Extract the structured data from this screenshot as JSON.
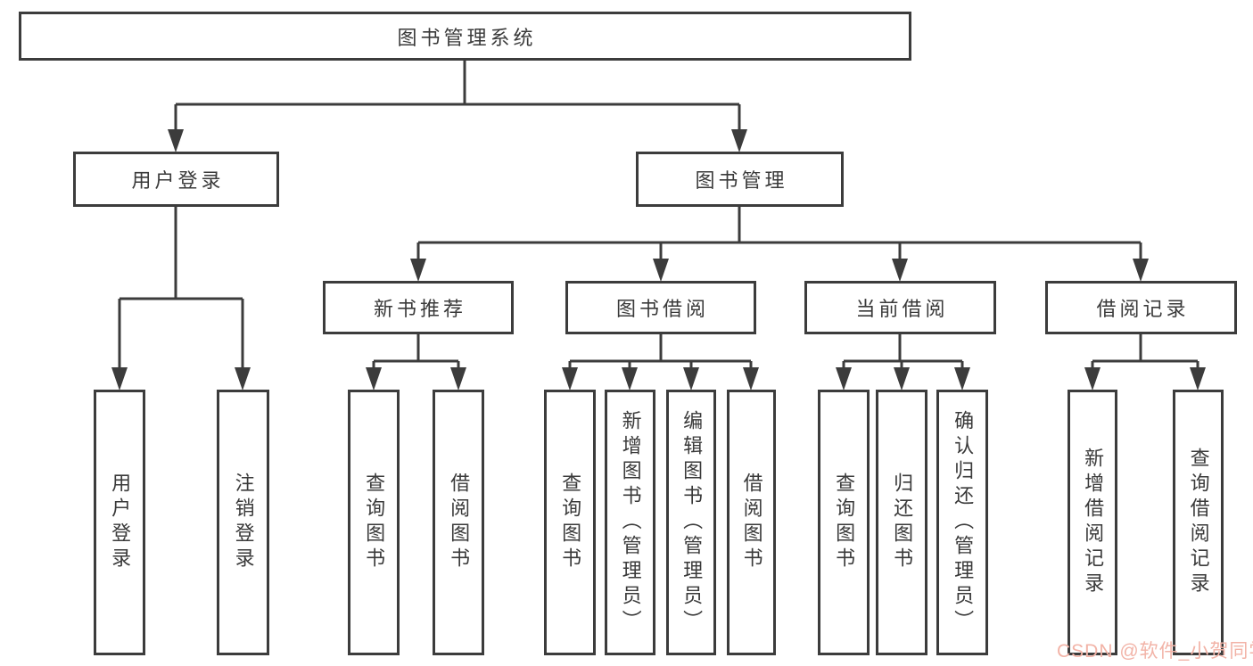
{
  "diagram": {
    "root": {
      "label": "图书管理系统"
    },
    "level2": [
      {
        "label": "用户登录",
        "children": [
          {
            "label": "用户登录"
          },
          {
            "label": "注销登录"
          }
        ]
      },
      {
        "label": "图书管理",
        "children": [
          {
            "label": "新书推荐",
            "children": [
              {
                "label": "查询图书"
              },
              {
                "label": "借阅图书"
              }
            ]
          },
          {
            "label": "图书借阅",
            "children": [
              {
                "label": "查询图书"
              },
              {
                "label": "新增图书（管理员）"
              },
              {
                "label": "编辑图书（管理员）"
              },
              {
                "label": "借阅图书"
              }
            ]
          },
          {
            "label": "当前借阅",
            "children": [
              {
                "label": "查询图书"
              },
              {
                "label": "归还图书"
              },
              {
                "label": "确认归还（管理员）"
              }
            ]
          },
          {
            "label": "借阅记录",
            "children": [
              {
                "label": "新增借阅记录"
              },
              {
                "label": "查询借阅记录"
              }
            ]
          }
        ]
      }
    ]
  },
  "watermark": {
    "text": "CSDN @软件_小贺同学",
    "color": "#f2b3a7"
  },
  "colors": {
    "line": "#3c3c3c",
    "text": "#3a3a3a",
    "background": "#ffffff"
  }
}
